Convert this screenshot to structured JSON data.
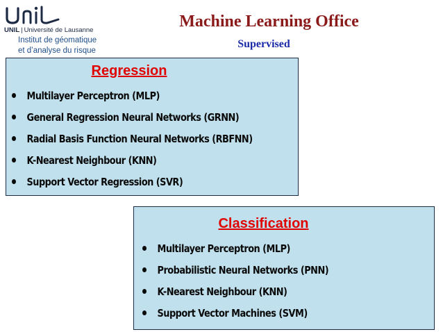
{
  "logo": {
    "wordmark": "Unil",
    "org_strong": "UNIL",
    "separator": "|",
    "org_name": "Université de Lausanne",
    "institute_line1": "Institut de géomatique",
    "institute_line2": "et d’analyse du risque"
  },
  "header": {
    "title": "Machine Learning Office",
    "subtitle": "Supervised"
  },
  "regression": {
    "heading": "Regression",
    "items": [
      "Multilayer Perceptron (MLP)",
      "General Regression Neural Networks (GRNN)",
      "Radial Basis Function Neural Networks (RBFNN)",
      "K-Nearest Neighbour (KNN)",
      "Support Vector Regression (SVR)"
    ]
  },
  "classification": {
    "heading": "Classification",
    "items": [
      "Multilayer Perceptron (MLP)",
      "Probabilistic Neural Networks (PNN)",
      "K-Nearest Neighbour (KNN)",
      "Support Vector Machines (SVM)"
    ]
  },
  "colors": {
    "title": "#8b1a1a",
    "subtitle": "#1a2aa8",
    "box_background": "#bfe0ec",
    "heading": "#e00000"
  }
}
